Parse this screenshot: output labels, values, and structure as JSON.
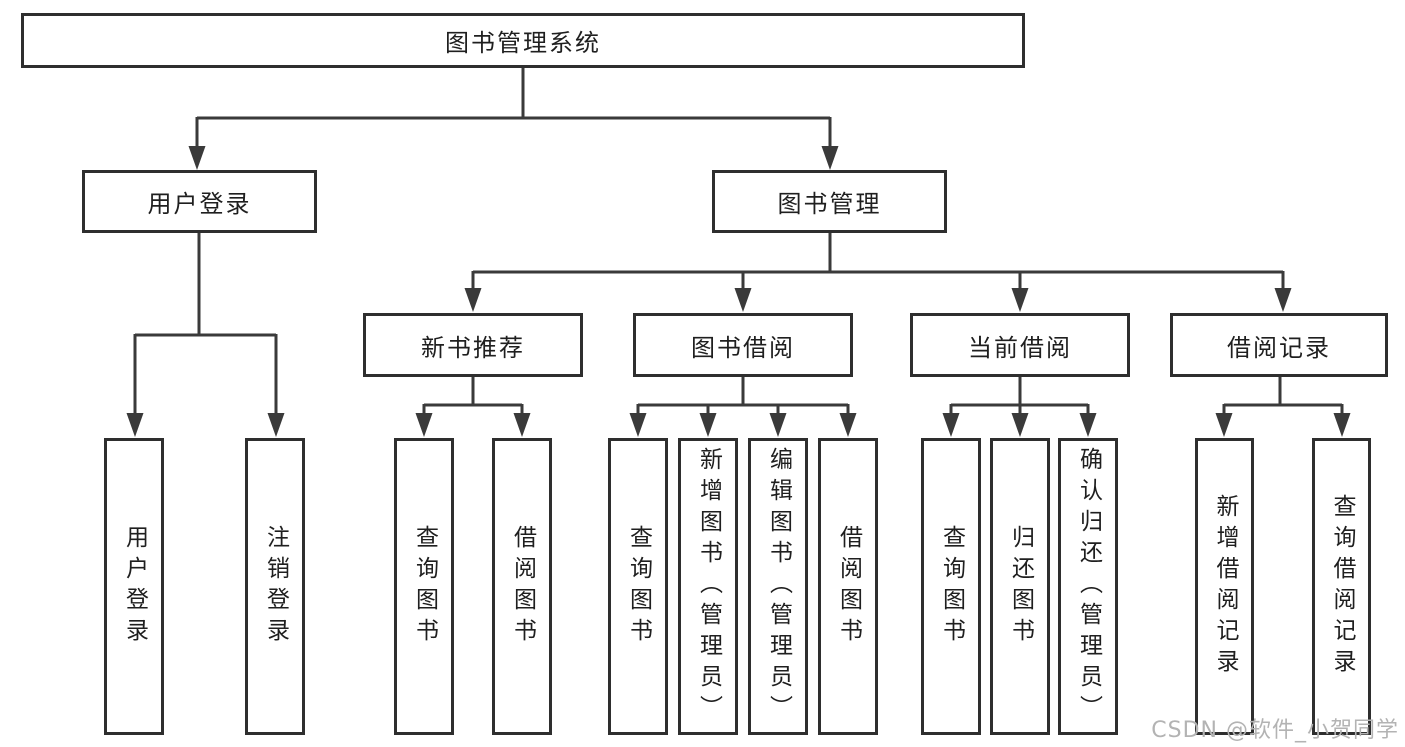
{
  "tree": {
    "label": "图书管理系统",
    "children": [
      {
        "label": "用户登录",
        "children": [
          {
            "label": "用户登录"
          },
          {
            "label": "注销登录"
          }
        ]
      },
      {
        "label": "图书管理",
        "children": [
          {
            "label": "新书推荐",
            "children": [
              {
                "label": "查询图书"
              },
              {
                "label": "借阅图书"
              }
            ]
          },
          {
            "label": "图书借阅",
            "children": [
              {
                "label": "查询图书"
              },
              {
                "label": "新增图书（管理员）"
              },
              {
                "label": "编辑图书（管理员）"
              },
              {
                "label": "借阅图书"
              }
            ]
          },
          {
            "label": "当前借阅",
            "children": [
              {
                "label": "查询图书"
              },
              {
                "label": "归还图书"
              },
              {
                "label": "确认归还（管理员）"
              }
            ]
          },
          {
            "label": "借阅记录",
            "children": [
              {
                "label": "新增借阅记录"
              },
              {
                "label": "查询借阅记录"
              }
            ]
          }
        ]
      }
    ]
  },
  "watermark": {
    "text": "CSDN @软件_小贺同学"
  },
  "colors": {
    "background": "#ffffff",
    "box_border": "#2e2e2e",
    "connector_line": "#3a3a3a",
    "text": "#1f1f1f",
    "watermark": "#b3b3b3"
  }
}
